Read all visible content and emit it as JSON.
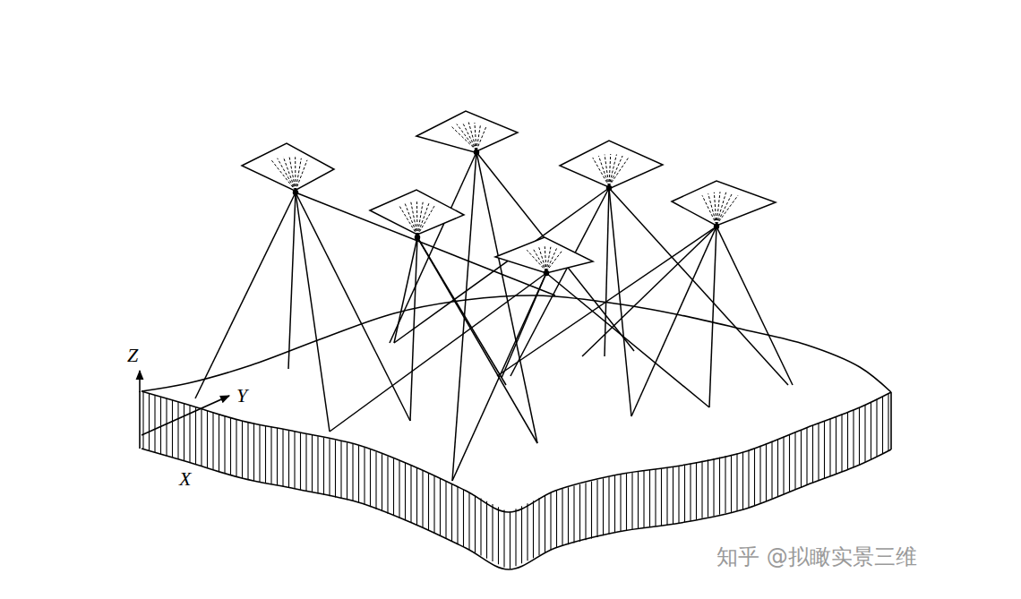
{
  "diagram": {
    "labels": [
      "Z",
      "Y",
      "X",
      "知乎 @拟瞰实景三维"
    ]
  }
}
